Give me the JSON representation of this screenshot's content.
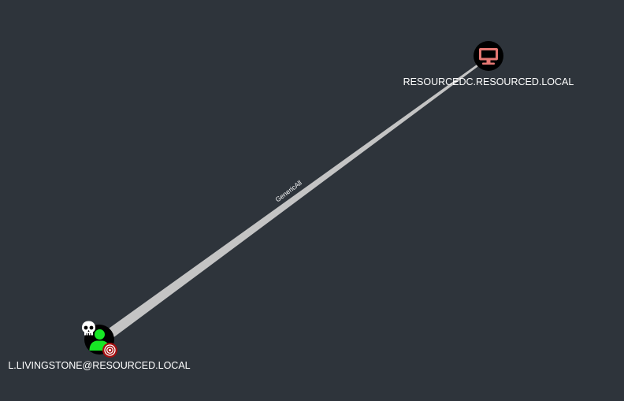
{
  "graph": {
    "background": "#2e343b",
    "nodes": [
      {
        "id": "user",
        "type": "User",
        "label": "L.LIVINGSTONE@RESOURCED.LOCAL",
        "icon": "user-icon",
        "icon_color": "#17e625",
        "badges": [
          "owned-skull-icon",
          "high-value-target-icon"
        ]
      },
      {
        "id": "computer",
        "type": "Computer",
        "label": "RESOURCEDC.RESOURCED.LOCAL",
        "icon": "computer-icon",
        "icon_color": "#e67873"
      }
    ],
    "edges": [
      {
        "from": "user",
        "to": "computer",
        "label": "GenericAll",
        "color": "#bdbdbd"
      }
    ]
  }
}
